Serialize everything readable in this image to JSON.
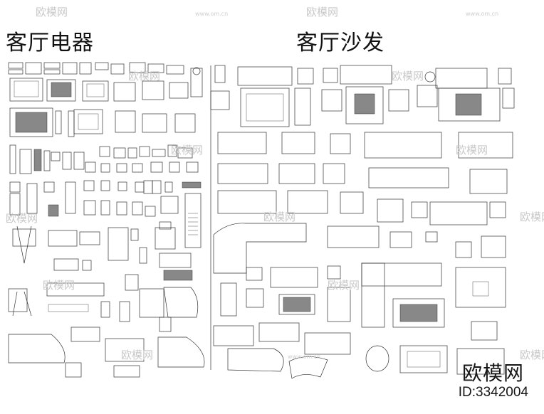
{
  "titles": {
    "left": "客厅电器",
    "right": "客厅沙发"
  },
  "watermark": {
    "logo": "欧模网",
    "url": "www.om.cn"
  },
  "brand": {
    "name": "欧模网",
    "id": "ID:3342004"
  },
  "colors": {
    "line": "#333333",
    "background": "#ffffff",
    "watermark": "#c9c9c9"
  }
}
